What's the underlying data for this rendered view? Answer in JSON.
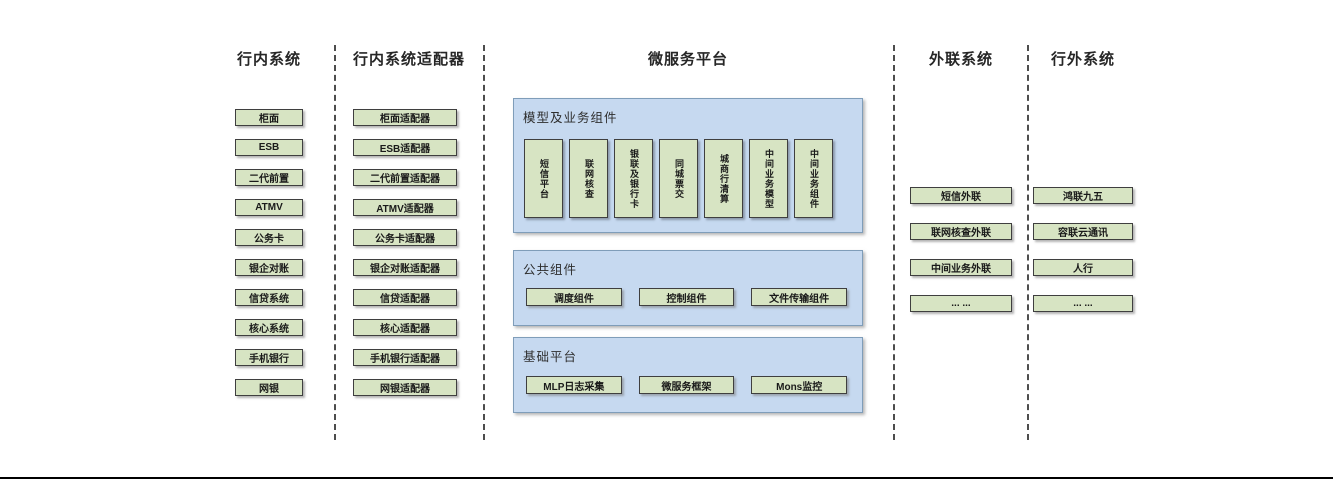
{
  "colors": {
    "node_fill": "#d7e4c3",
    "node_border": "#3f3f3f",
    "panel_fill": "#c6d9f0",
    "panel_border": "#7f9db9",
    "separator": "#4d4d4d"
  },
  "col_internal": {
    "title": "行内系统",
    "items": [
      "柜面",
      "ESB",
      "二代前置",
      "ATMV",
      "公务卡",
      "银企对账",
      "信贷系统",
      "核心系统",
      "手机银行",
      "网银"
    ]
  },
  "col_adapters": {
    "title": "行内系统适配器",
    "items": [
      "柜面适配器",
      "ESB适配器",
      "二代前置适配器",
      "ATMV适配器",
      "公务卡适配器",
      "银企对账适配器",
      "信贷适配器",
      "核心适配器",
      "手机银行适配器",
      "网银适配器"
    ]
  },
  "platform": {
    "title": "微服务平台",
    "panels": {
      "model": {
        "label": "模型及业务组件",
        "items": [
          "短信平台",
          "联网核查",
          "银联及银行卡",
          "同城票交",
          "城商行清算",
          "中间业务模型",
          "中间业务组件"
        ]
      },
      "common": {
        "label": "公共组件",
        "items": [
          "调度组件",
          "控制组件",
          "文件传输组件"
        ]
      },
      "base": {
        "label": "基础平台",
        "items": [
          "MLP日志采集",
          "微服务框架",
          "Mons监控"
        ]
      }
    }
  },
  "col_outreach": {
    "title": "外联系统",
    "items": [
      "短信外联",
      "联网核查外联",
      "中间业务外联",
      "... ..."
    ]
  },
  "col_external": {
    "title": "行外系统",
    "items": [
      "鸿联九五",
      "容联云通讯",
      "人行",
      "... ..."
    ]
  }
}
